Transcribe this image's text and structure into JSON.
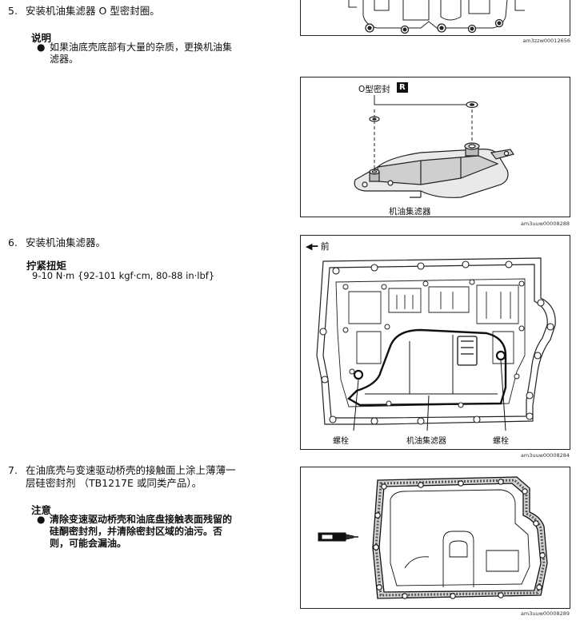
{
  "step5": {
    "num": "5.",
    "text": "安装机油集滤器 O 型密封圈。"
  },
  "note1": {
    "title": "说明",
    "bullet": "●",
    "text_line1": "如果油底壳底部有大量的杂质，更换机油集",
    "text_line2": "滤器。"
  },
  "step6": {
    "num": "6.",
    "text": "安装机油集滤器。"
  },
  "torque": {
    "title": "拧紧扭矩",
    "value": "9-10 N·m {92-101 kgf·cm, 80-88 in·lbf}"
  },
  "step7": {
    "num": "7.",
    "text_line1": "在油底壳与变速驱动桥壳的接触面上涂上薄薄一",
    "text_line2": "层硅密封剂 （TB1217E 或同类产品）。"
  },
  "note2": {
    "title": "注意",
    "bullet": "●",
    "text_line1": "清除变速驱动桥壳和油底盘接触表面残留的",
    "text_line2": "硅酮密封剂，并清除密封区域的油污。否",
    "text_line3": "则，可能会漏油。"
  },
  "figures": {
    "fig1": {
      "code": "am3zzw00012656"
    },
    "fig2": {
      "code": "am3uuw00008288",
      "label_oring": "O型密封",
      "badge": "R",
      "label_strainer": "机油集滤器"
    },
    "fig3": {
      "code": "am3uuw00008284",
      "label_front": "前",
      "label_bolt_left": "螺栓",
      "label_strainer": "机油集滤器",
      "label_bolt_right": "螺栓"
    },
    "fig4": {
      "code": "am3uuw00008289"
    }
  }
}
